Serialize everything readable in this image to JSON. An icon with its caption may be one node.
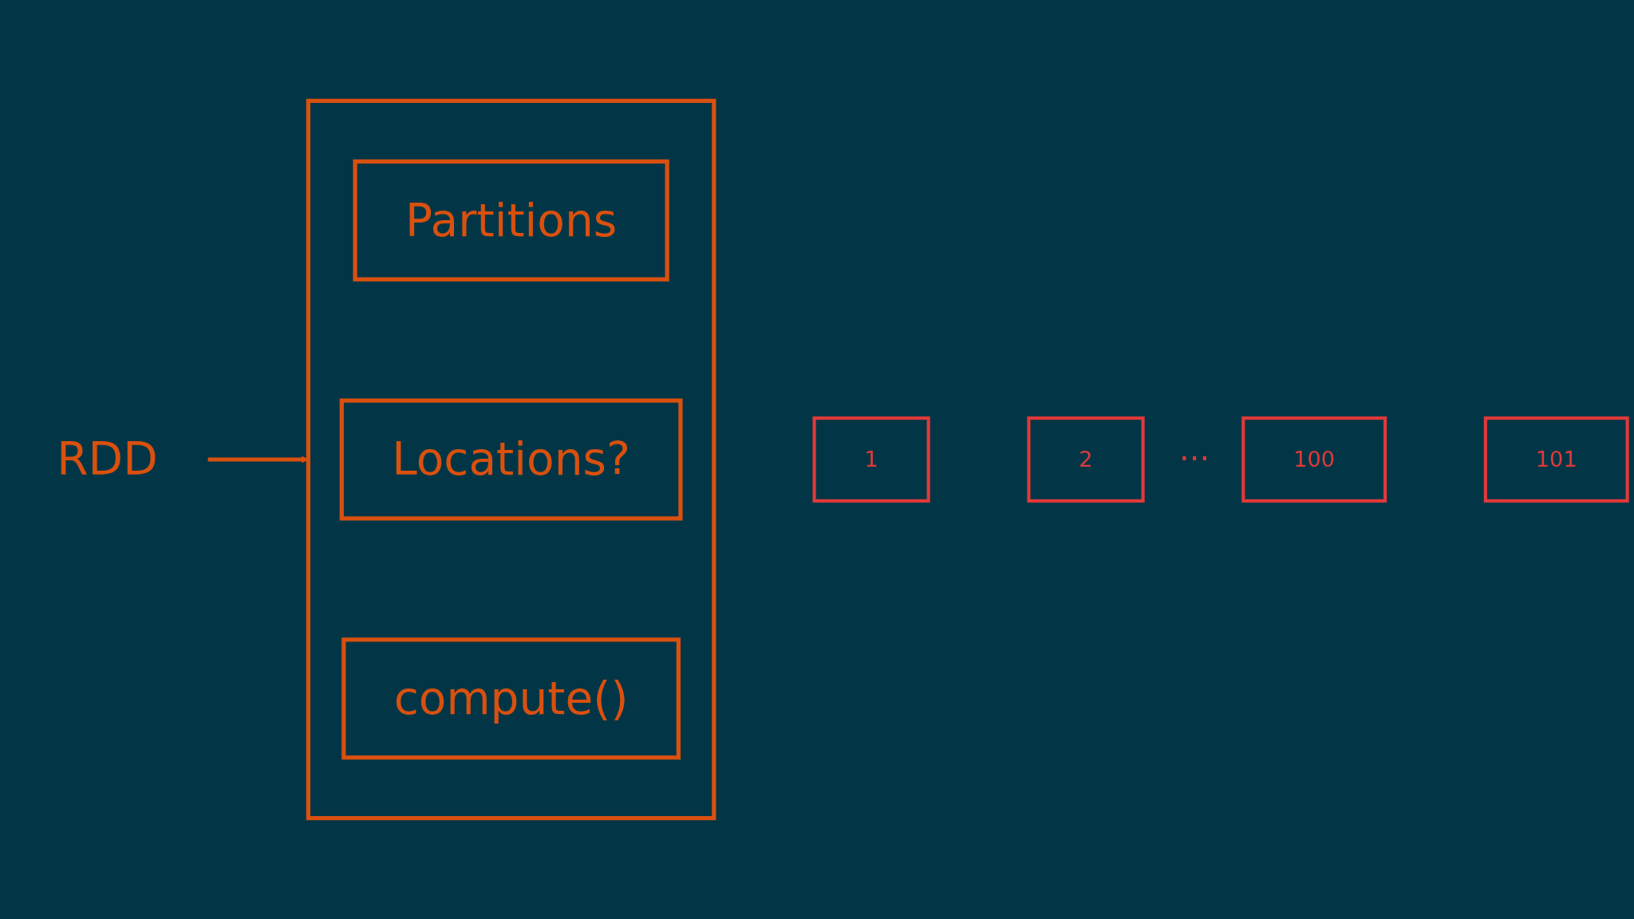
{
  "diagram": {
    "nodes": [
      {
        "text": [
          "RDD"
        ]
      },
      {
        "text": [],
        "shape": "box"
      },
      {
        "text": [
          "Partitions"
        ],
        "in": 1
      },
      {
        "text": [
          "Locations?"
        ],
        "in": 1
      },
      {
        "text": [
          "compute()"
        ],
        "in": 1
      },
      {
        "text": [
          "1"
        ]
      },
      {
        "text": [
          "2"
        ]
      },
      {
        "text": [
          "100"
        ]
      },
      {
        "text": [
          "101"
        ]
      }
    ],
    "edges": [
      {
        "from": 0,
        "to": 1,
        "arrow": "to"
      }
    ],
    "labels": [
      "..."
    ]
  }
}
